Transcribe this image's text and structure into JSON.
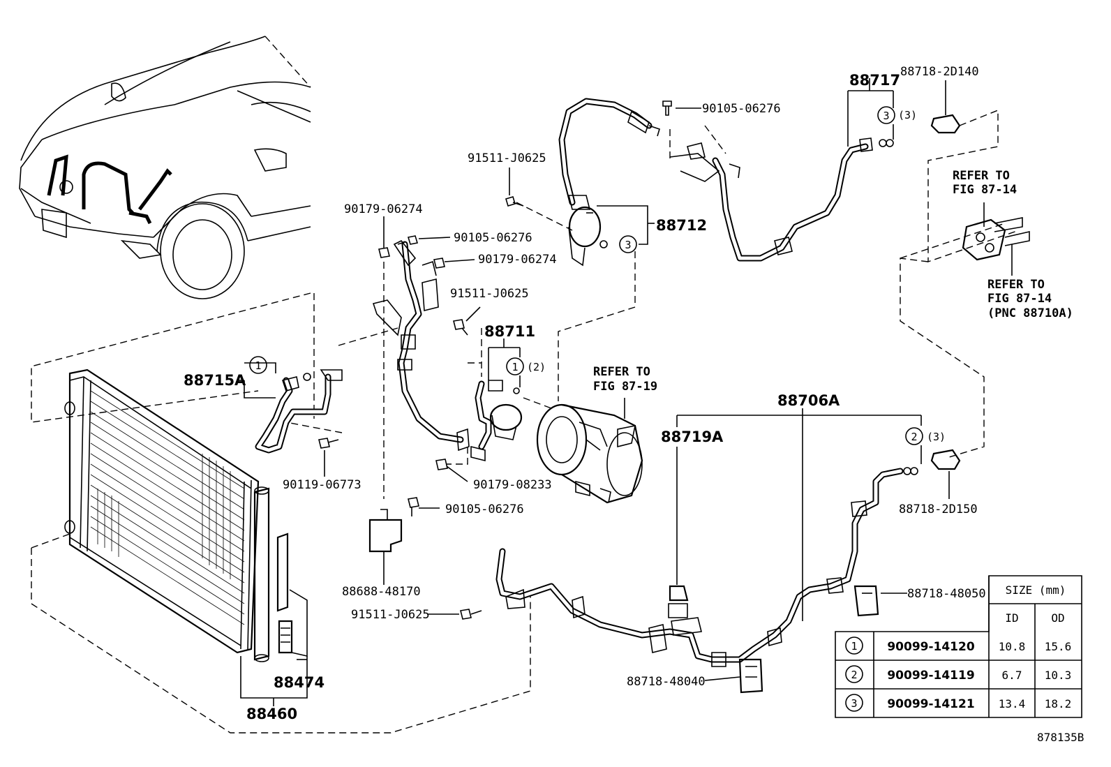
{
  "labels": {
    "l88717": "88717",
    "l88718_2D140": "88718-2D140",
    "l90105_a": "90105-06276",
    "l91511_a": "91511-J0625",
    "l90179_a": "90179-06274",
    "l90105_b": "90105-06276",
    "l88712": "88712",
    "l90179_b": "90179-06274",
    "l91511_b": "91511-J0625",
    "l88711": "88711",
    "l88715A": "88715A",
    "l90119": "90119-06773",
    "l90179_08233": "90179-08233",
    "l90105_c": "90105-06276",
    "l88688": "88688-48170",
    "l91511_c": "91511-J0625",
    "l88706A": "88706A",
    "l88719A": "88719A",
    "l88718_2D150": "88718-2D150",
    "l88718_48050": "88718-48050",
    "l88718_48040": "88718-48040",
    "l88474": "88474",
    "l88460": "88460",
    "fig_code": "878135B",
    "qty3_a": "(3)",
    "qty2": "(2)",
    "qty3_b": "(3)",
    "c1_a": "1",
    "c1_b": "1",
    "c2": "2",
    "c3_a": "3",
    "c3_b": "3"
  },
  "refer": {
    "r1_line1": "REFER TO",
    "r1_line2": "FIG 87-14",
    "r2_line1": "REFER TO",
    "r2_line2": "FIG 87-14",
    "r2_line3": "(PNC 88710A)",
    "r3_line1": "REFER TO",
    "r3_line2": "FIG 87-19"
  },
  "size_table": {
    "header": "SIZE (mm)",
    "col_id": "ID",
    "col_od": "OD",
    "rows": [
      {
        "mark": "1",
        "part": "90099-14120",
        "id": "10.8",
        "od": "15.6"
      },
      {
        "mark": "2",
        "part": "90099-14119",
        "id": "6.7",
        "od": "10.3"
      },
      {
        "mark": "3",
        "part": "90099-14121",
        "id": "13.4",
        "od": "18.2"
      }
    ]
  }
}
